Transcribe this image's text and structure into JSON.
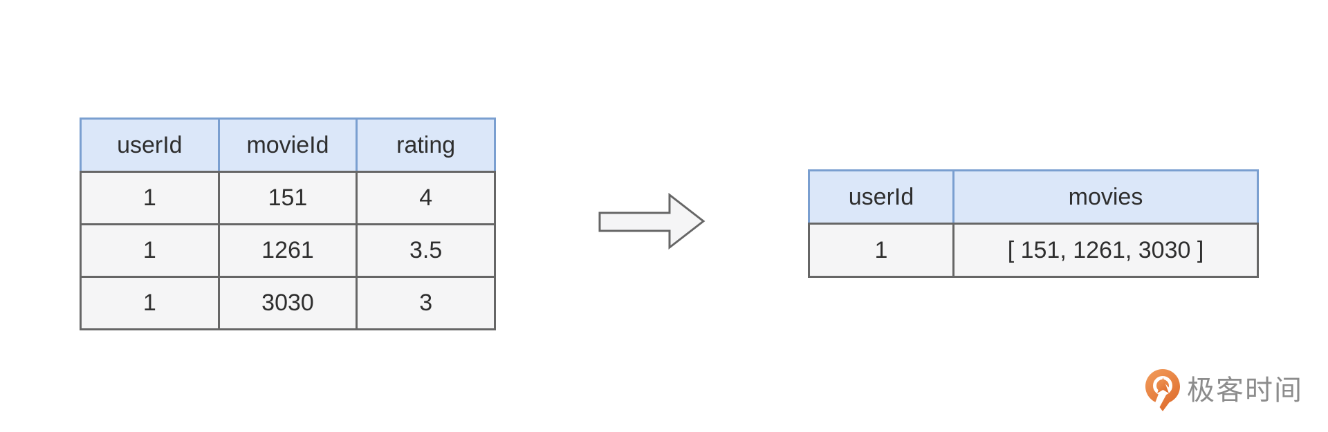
{
  "source_table": {
    "headers": [
      "userId",
      "movieId",
      "rating"
    ],
    "rows": [
      [
        "1",
        "151",
        "4"
      ],
      [
        "1",
        "1261",
        "3.5"
      ],
      [
        "1",
        "3030",
        "3"
      ]
    ]
  },
  "result_table": {
    "headers": [
      "userId",
      "movies"
    ],
    "rows": [
      [
        "1",
        "[ 151, 1261, 3030 ]"
      ]
    ]
  },
  "arrow": {
    "icon": "right-block-arrow",
    "fill": "#f5f5f6",
    "stroke": "#666666"
  },
  "logo": {
    "text": "极客时间",
    "icon": "geektime-pin-icon",
    "icon_color_top": "#f29d5c",
    "icon_color_bottom": "#df6e2f",
    "text_color": "#8c8c8c"
  },
  "colors": {
    "header_bg": "#dbe7f9",
    "header_border": "#7a9fd0",
    "cell_bg": "#f5f5f6",
    "cell_border": "#666666",
    "text": "#2e2e2e",
    "page_bg": "#ffffff"
  }
}
